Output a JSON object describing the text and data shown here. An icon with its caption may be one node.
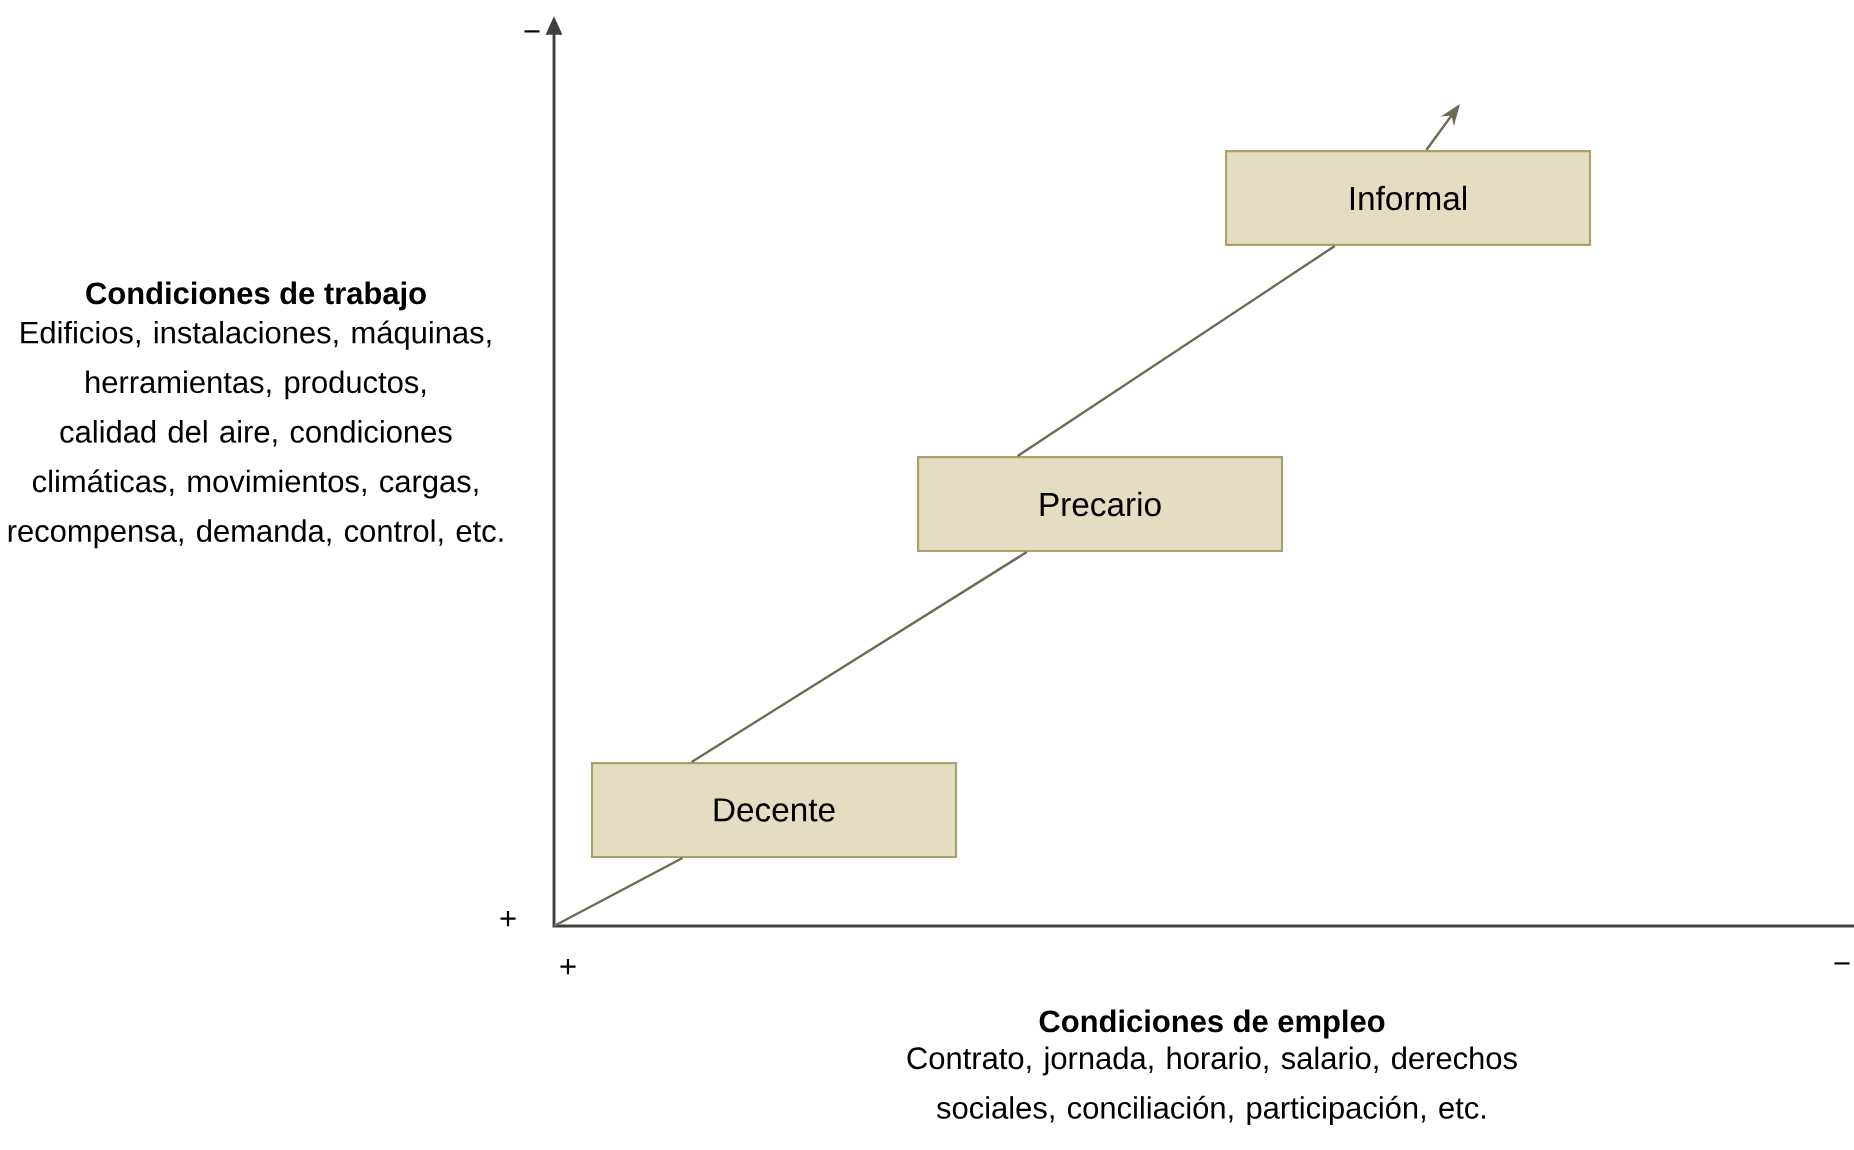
{
  "diagram": {
    "nodes": [
      {
        "text": [
          "Decente"
        ]
      },
      {
        "text": [
          "Precario"
        ]
      },
      {
        "text": [
          "Informal"
        ]
      }
    ],
    "edges": [
      {
        "from": null,
        "to": 0,
        "arrow": "none"
      },
      {
        "from": 0,
        "to": 1,
        "arrow": "none"
      },
      {
        "from": 1,
        "to": 2,
        "arrow": "none"
      },
      {
        "from": 2,
        "to": null,
        "arrow": "to"
      }
    ],
    "labels": [
      "−",
      "Condiciones de trabajo",
      "Edificios, instalaciones, máquinas, herramientas, productos, calidad del aire, condiciones climáticas, movimientos, cargas, recompensa, demanda, control, etc.",
      "+",
      "+",
      "−",
      "Condiciones de empleo",
      "Contrato, jornada, horario, salario, derechos sociales, conciliación, participación, etc."
    ]
  }
}
